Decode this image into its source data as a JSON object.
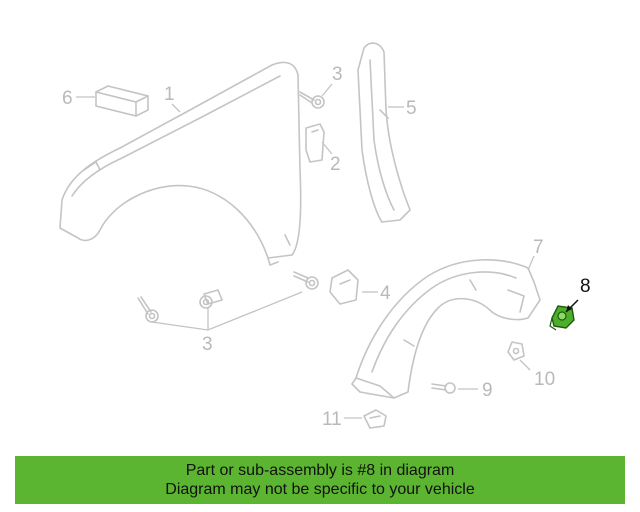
{
  "diagram": {
    "callouts": {
      "c1": "1",
      "c2": "2",
      "c3_top": "3",
      "c3_bottom": "3",
      "c4": "4",
      "c5": "5",
      "c6": "6",
      "c7": "7",
      "c8": "8",
      "c9": "9",
      "c10": "10",
      "c11": "11"
    },
    "highlighted_part": "8",
    "colors": {
      "line_art": "#c4c4c4",
      "highlight_part": "#4caf29",
      "banner": "#5cb531"
    }
  },
  "banner": {
    "line1": "Part or sub-assembly is #8 in diagram",
    "line2": "Diagram may not be specific to your vehicle"
  }
}
